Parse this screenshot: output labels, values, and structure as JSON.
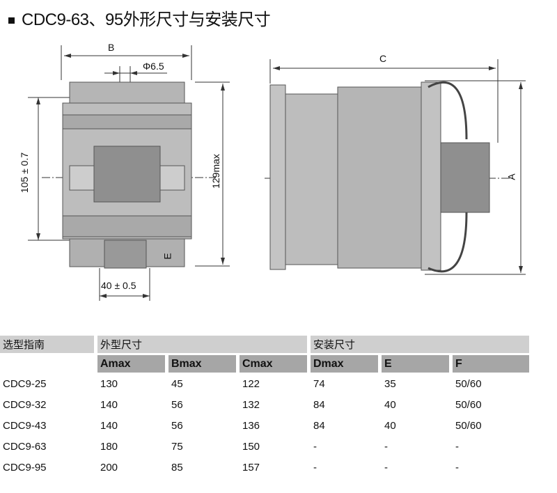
{
  "title": "CDC9-63、95外形尺寸与安装尺寸",
  "diagram": {
    "dim_b": "B",
    "dim_phi": "Φ6.5",
    "dim_105": "105 ± 0.7",
    "dim_129": "129max",
    "dim_40": "40 ± 0.5",
    "dim_e": "E",
    "dim_c": "C",
    "dim_a": "A"
  },
  "table": {
    "group_headers": [
      "选型指南",
      "外型尺寸",
      "安装尺寸"
    ],
    "columns": [
      "Amax",
      "Bmax",
      "Cmax",
      "Dmax",
      "E",
      "F"
    ],
    "rows": [
      [
        "CDC9-25",
        "130",
        "45",
        "122",
        "74",
        "35",
        "50/60"
      ],
      [
        "CDC9-32",
        "140",
        "56",
        "132",
        "84",
        "40",
        "50/60"
      ],
      [
        "CDC9-43",
        "140",
        "56",
        "136",
        "84",
        "40",
        "50/60"
      ],
      [
        "CDC9-63",
        "180",
        "75",
        "150",
        "-",
        "-",
        "-"
      ],
      [
        "CDC9-95",
        "200",
        "85",
        "157",
        "-",
        "-",
        "-"
      ]
    ]
  }
}
